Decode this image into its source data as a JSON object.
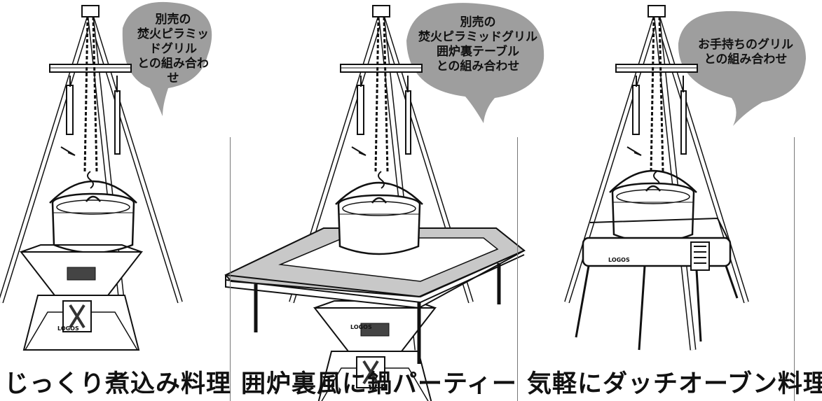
{
  "panels": [
    {
      "bubble_lines": [
        "別売の",
        "焚火ピラミッドグリル",
        "との組み合わせ"
      ],
      "caption": "じっくり煮込み料理",
      "brand": "LOGOS"
    },
    {
      "bubble_lines": [
        "別売の",
        "焚火ピラミッドグリル",
        "囲炉裏テーブル",
        "との組み合わせ"
      ],
      "caption": "囲炉裏風に鍋パーティー",
      "brand": "LOGOS"
    },
    {
      "bubble_lines": [
        "お手持ちのグリル",
        "との組み合わせ"
      ],
      "caption": "気軽にダッチオーブン料理",
      "brand": "LOGOS"
    }
  ],
  "colors": {
    "bubble": "#9e9e9e",
    "ink": "#111111",
    "divider": "#777777",
    "table_shade": "#c8c8c8"
  }
}
